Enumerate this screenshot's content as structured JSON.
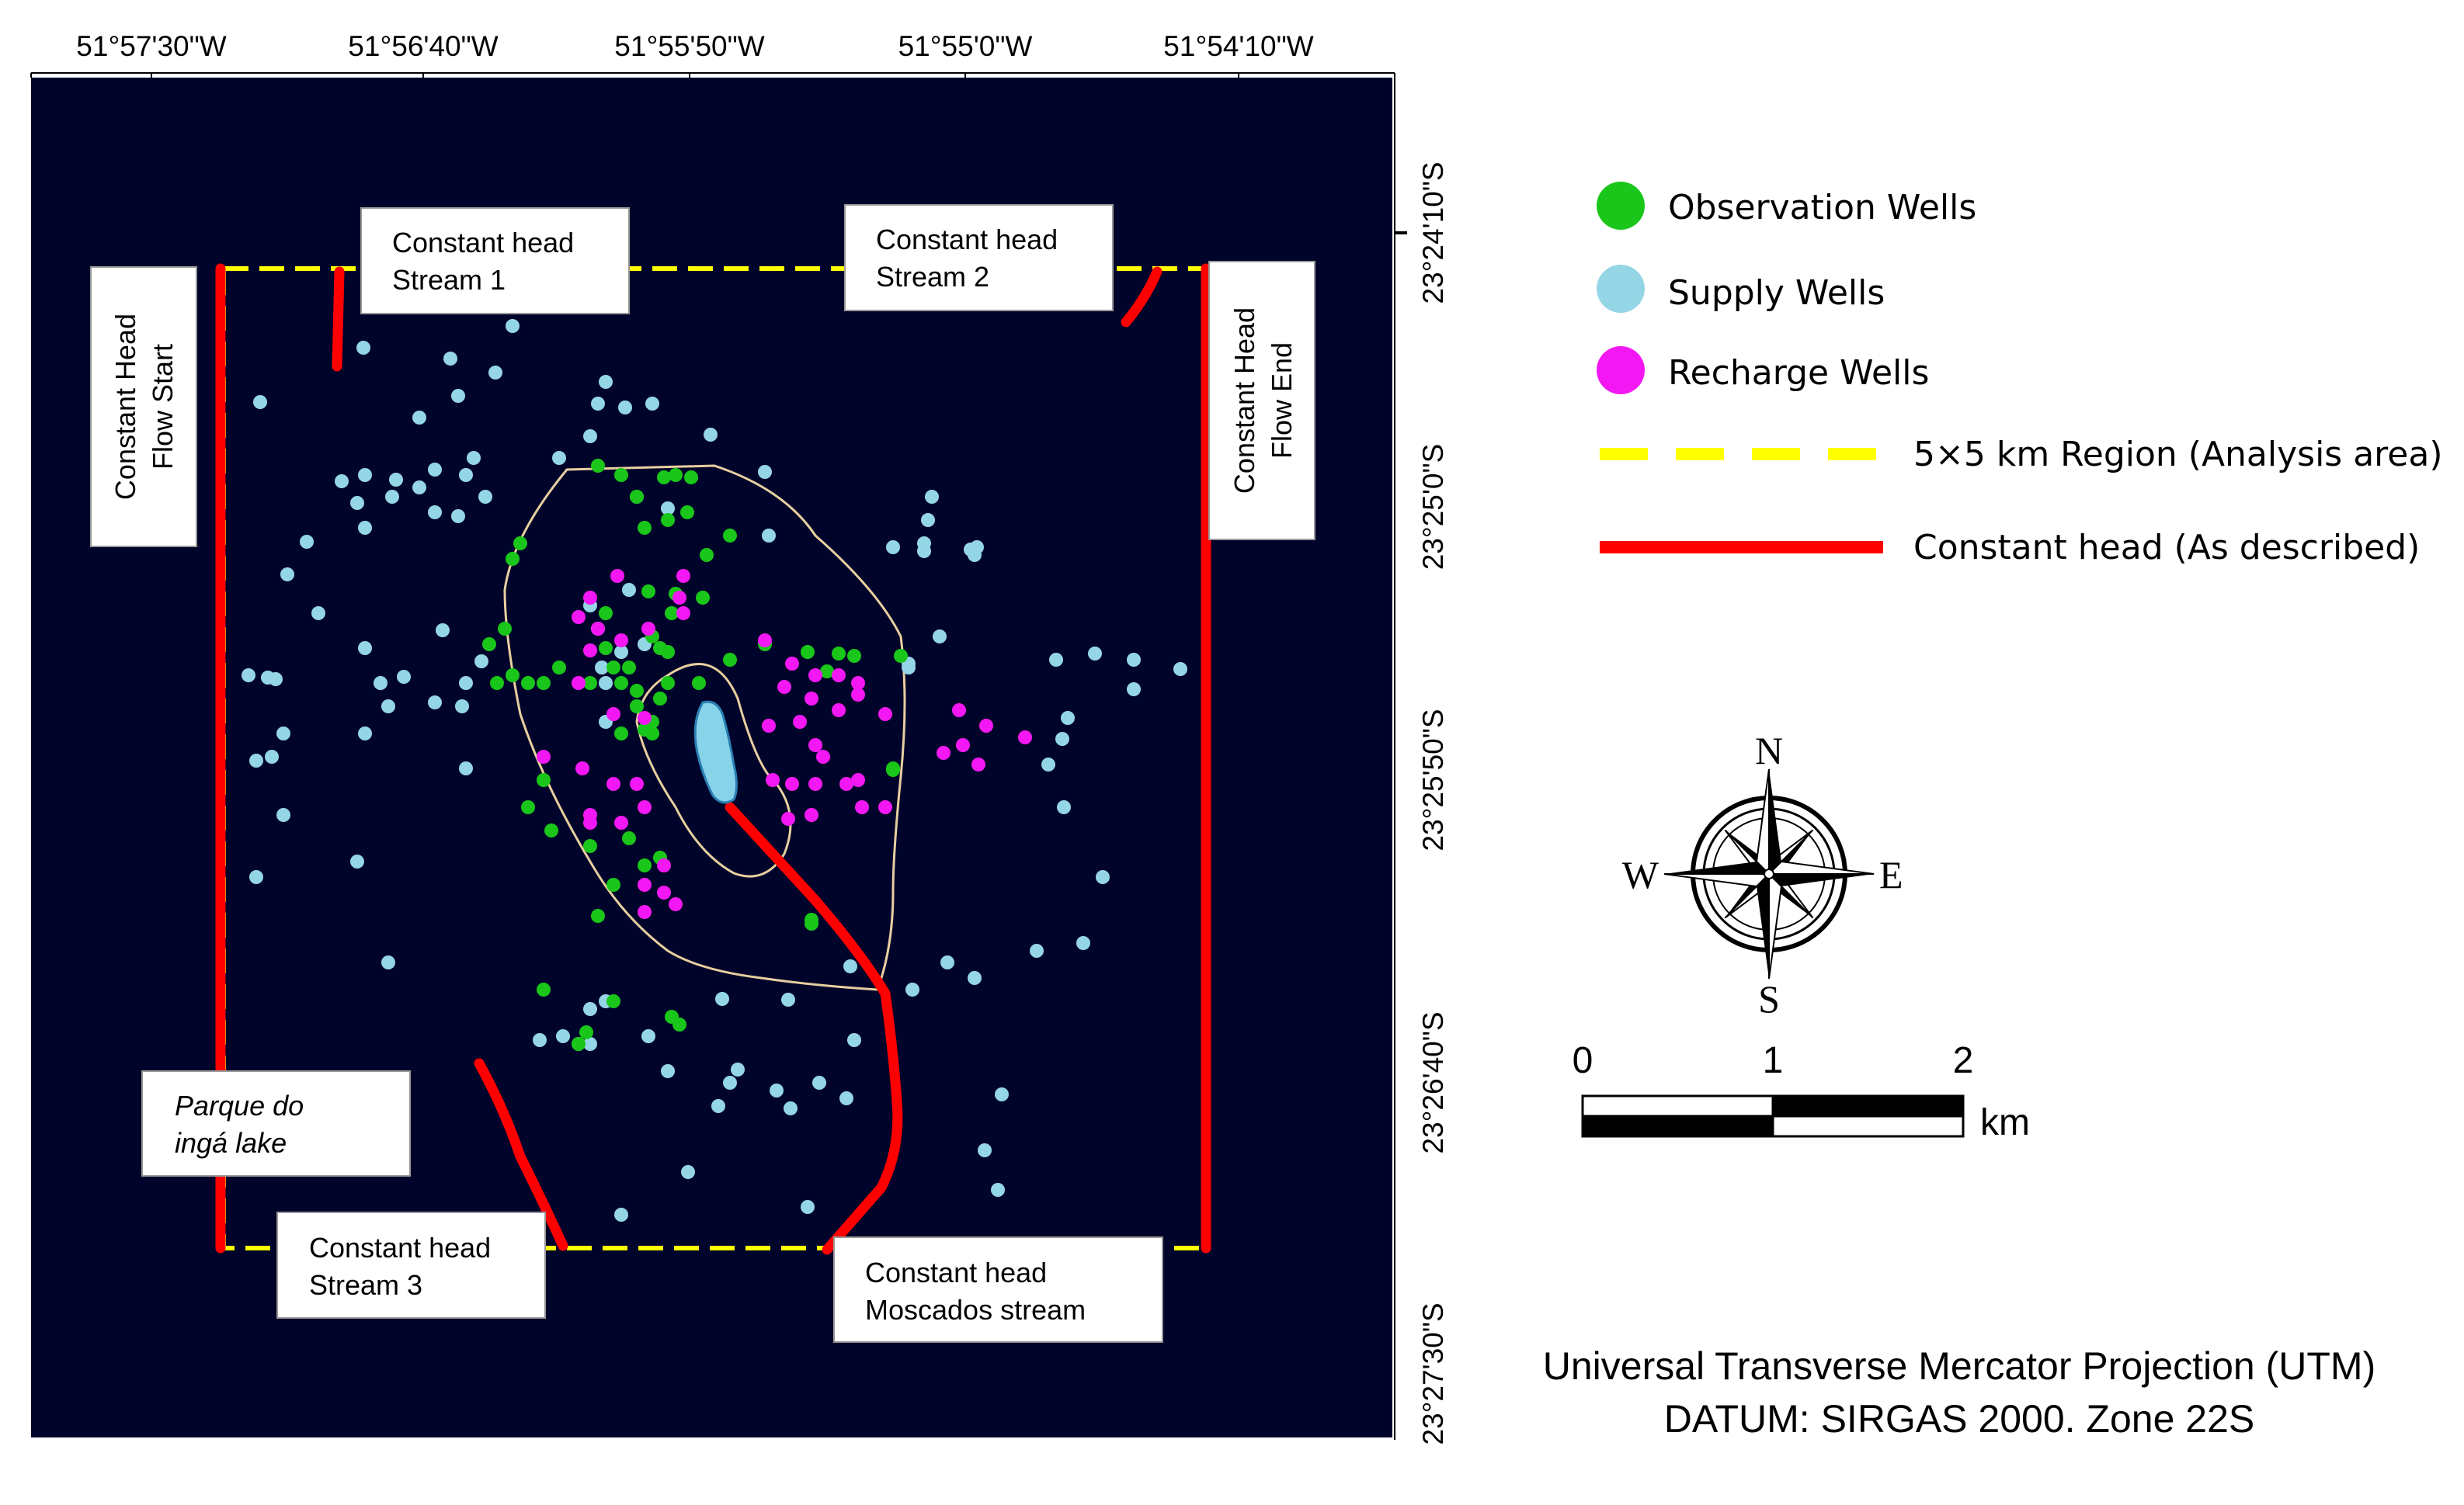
{
  "longitude_ticks": [
    "51°57'30\"W",
    "51°56'40\"W",
    "51°55'50\"W",
    "51°55'0\"W",
    "51°54'10\"W"
  ],
  "latitude_ticks": [
    "23°24'10\"S",
    "23°25'0\"S",
    "23°25'50\"S",
    "23°26'40\"S",
    "23°27'30\"S"
  ],
  "map": {
    "background_color": "#00042a",
    "lake_color": "#87d3ea",
    "contour_color": "#e8cfa0",
    "lake_label": [
      "Parque do",
      "ingá lake"
    ]
  },
  "boundary_labels": {
    "stream1": [
      "Constant head",
      "Stream 1"
    ],
    "stream2": [
      "Constant head",
      "Stream 2"
    ],
    "stream3": [
      "Constant head",
      "Stream 3"
    ],
    "moscados": [
      "Constant head",
      "Moscados stream"
    ],
    "flow_start": [
      "Constant Head",
      "Flow Start"
    ],
    "flow_end": [
      "Constant Head",
      "Flow End"
    ]
  },
  "legend": {
    "items": [
      {
        "label": "Observation Wells",
        "symbol": "dot",
        "color": "#19c619"
      },
      {
        "label": "Supply Wells",
        "symbol": "dot",
        "color": "#95d6e6"
      },
      {
        "label": "Recharge Wells",
        "symbol": "dot",
        "color": "#f318f3"
      },
      {
        "label": "5×5 km Region (Analysis area)",
        "symbol": "dashed-line",
        "color": "#ffff00"
      },
      {
        "label": "Constant head (As described)",
        "symbol": "line",
        "color": "#ff0000"
      }
    ]
  },
  "compass": {
    "north": "N",
    "south": "S",
    "east": "E",
    "west": "W",
    "icon": "compass-rose-icon"
  },
  "scale_bar": {
    "ticks": [
      "0",
      "1",
      "2"
    ],
    "unit": "km"
  },
  "projection": {
    "line1": "Universal Transverse Mercator Projection (UTM)",
    "line2": "DATUM: SIRGAS 2000. Zone 22S"
  }
}
